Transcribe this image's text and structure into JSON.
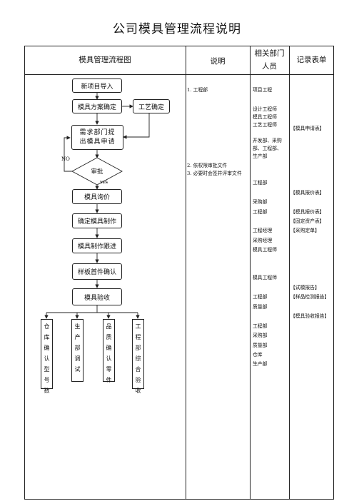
{
  "page": {
    "title": "公司模具管理流程说明"
  },
  "table": {
    "headers": {
      "flowchart": "模具管理流程图",
      "description": "说明",
      "dept": [
        "相关部门",
        "人员"
      ],
      "records": "记录表单"
    }
  },
  "flow": {
    "new_project": "新项目导入",
    "mold_plan": "模具方案确定",
    "process_confirm": "工艺确定",
    "demand_apply": [
      "需求部门提",
      "出模具申请"
    ],
    "approval": "审批",
    "no_label": "NO",
    "yes_label": "YES",
    "inquiry": "模具询价",
    "confirm_make": "确定模具制作",
    "make_follow": "模具制作跟进",
    "sample_confirm": "样板首件确认",
    "acceptance": "模具验收",
    "branches": [
      "仓库确认型号数",
      "生产部调试",
      "品质确认零件",
      "工程部综合验收"
    ]
  },
  "description": {
    "item1": "1. 工程部",
    "item2": "2. 依权限审批文件",
    "item3": "3. 必要时会签并评审文件"
  },
  "departments": [
    "项目工程",
    "设计工程师",
    "模具工程师",
    "工艺工程师",
    "开发部、采购",
    "部、工程部、",
    "生产部",
    "工程部",
    "采购部",
    "工程部",
    "工程经理",
    "采购经理",
    "模具工程师",
    "模具工程师",
    "工程部",
    "质量部",
    "工程部",
    "采购部",
    "质量部",
    "仓库",
    "生产部"
  ],
  "records": [
    "【模具申请表】",
    "【模具报价表】",
    "【模具报价表】",
    "【固定资产表】",
    "【采购定单】",
    "【试模报告】",
    "【样品检测报告】",
    "【模具验收报告】"
  ]
}
